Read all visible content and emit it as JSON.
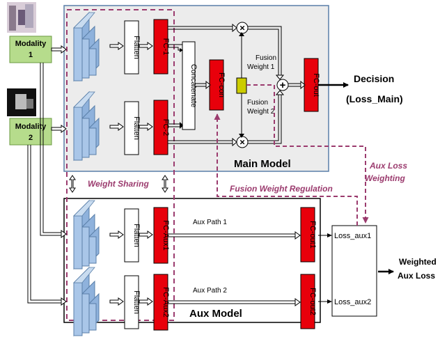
{
  "modalities": [
    {
      "line1": "Modality",
      "line2": "1"
    },
    {
      "line1": "Modality",
      "line2": "2"
    }
  ],
  "flatten": "Flatten",
  "fc": {
    "fc1": "FC-1",
    "fc2": "FC-2",
    "fc_con": "FC-con",
    "fc_out": "FC-out",
    "fc_aux1": "FC-Aux1",
    "fc_aux2": "FC-Aux2",
    "fc_out1": "FC-out1",
    "fc_out2": "FC-out2"
  },
  "concatenate": "Concatenate",
  "fusion_weight_1": {
    "line1": "Fusion",
    "line2": "Weight 1"
  },
  "fusion_weight_2": {
    "line1": "Fusion",
    "line2": "Weight 2"
  },
  "decision": {
    "line1": "Decision",
    "line2": "(Loss_Main)"
  },
  "main_model": "Main Model",
  "aux_model": "Aux Model",
  "weight_sharing": "Weight Sharing",
  "fusion_weight_regulation": "Fusion Weight Regulation",
  "aux_loss_weighting": {
    "line1": "Aux Loss",
    "line2": "Weighting"
  },
  "aux_path_1": "Aux Path 1",
  "aux_path_2": "Aux Path 2",
  "loss_aux1": "Loss_aux1",
  "loss_aux2": "Loss_aux2",
  "weighted_aux_loss": {
    "line1": "Weighted",
    "line2": "Aux Loss"
  },
  "operators": {
    "multiply": "×",
    "add": "+"
  },
  "colors": {
    "fc_red": "#e8000b",
    "cnn_blue": "#a9c6e8",
    "modality_green": "#b6dc8c",
    "purple": "#9b3b6e",
    "fusion_yellow": "#cccc00",
    "main_bg": "#ececec"
  }
}
